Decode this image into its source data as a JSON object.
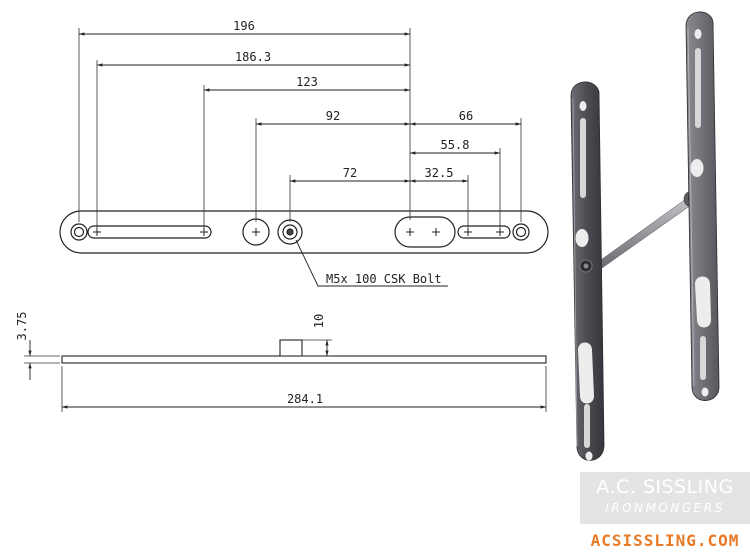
{
  "drawing": {
    "dimensions": {
      "overall_holes": "196",
      "outer_slots": "186.3",
      "left_slot_to_center": "123",
      "round_hole_to_center": "92",
      "bolt_to_center": "72",
      "right_66": "66",
      "right_55_8": "55.8",
      "right_32_5": "32.5",
      "bolt_height": "10",
      "plate_thickness": "3.75",
      "overall_length": "284.1"
    },
    "bolt_callout": "M5x 100 CSK Bolt"
  },
  "brand": {
    "name": "A.C. SISSLING",
    "subtitle": "IRONMONGERS",
    "url": "ACSISSLING.COM",
    "accent_color": "#e87a26"
  }
}
